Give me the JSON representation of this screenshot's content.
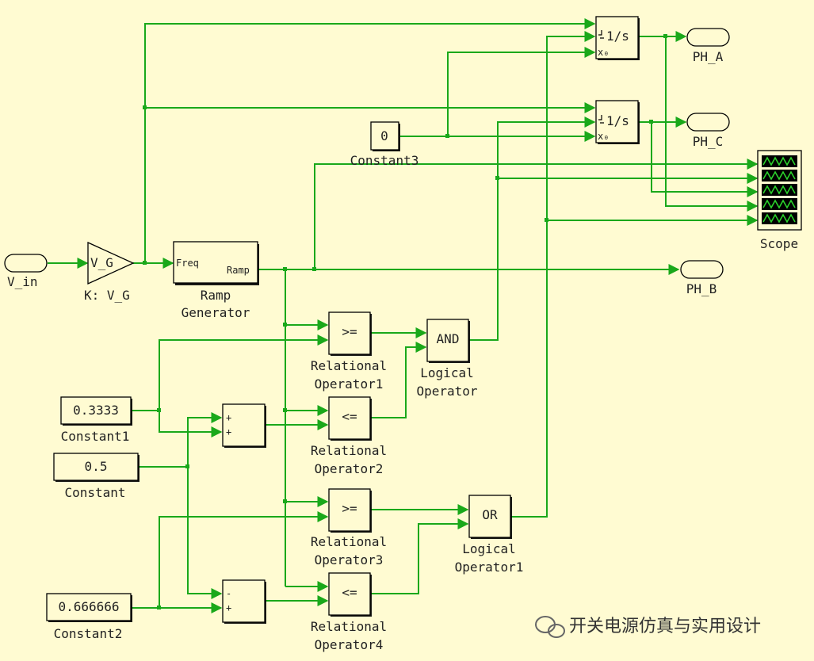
{
  "blocks": {
    "v_in": {
      "label": "V_in"
    },
    "gain": {
      "inner": "V_G",
      "label": "K: V_G"
    },
    "ramp": {
      "in_port": "Freq",
      "out_port": "Ramp",
      "label_line1": "Ramp",
      "label_line2": "Generator"
    },
    "const3": {
      "value": "0",
      "label": "Constant3"
    },
    "int_a": {
      "inner": "1/s",
      "x0": "x₀"
    },
    "int_c": {
      "inner": "1/s",
      "x0": "x₀"
    },
    "ph_a": {
      "label": "PH_A"
    },
    "ph_c": {
      "label": "PH_C"
    },
    "ph_b": {
      "label": "PH_B"
    },
    "scope": {
      "label": "Scope"
    },
    "rel1": {
      "op": ">=",
      "label_line1": "Relational",
      "label_line2": "Operator1"
    },
    "rel2": {
      "op": "<=",
      "label_line1": "Relational",
      "label_line2": "Operator2"
    },
    "rel3": {
      "op": ">=",
      "label_line1": "Relational",
      "label_line2": "Operator3"
    },
    "rel4": {
      "op": "<=",
      "label_line1": "Relational",
      "label_line2": "Operator4"
    },
    "and": {
      "op": "AND",
      "label_line1": "Logical",
      "label_line2": "Operator"
    },
    "or": {
      "op": "OR",
      "label_line1": "Logical",
      "label_line2": "Operator1"
    },
    "const1": {
      "value": "0.3333",
      "label": "Constant1"
    },
    "const": {
      "value": "0.5",
      "label": "Constant"
    },
    "const2": {
      "value": "0.666666",
      "label": "Constant2"
    },
    "sum1": {
      "s1": "+",
      "s2": "+"
    },
    "sum2": {
      "s1": "-",
      "s2": "+"
    }
  },
  "watermark": "开关电源仿真与实用设计"
}
